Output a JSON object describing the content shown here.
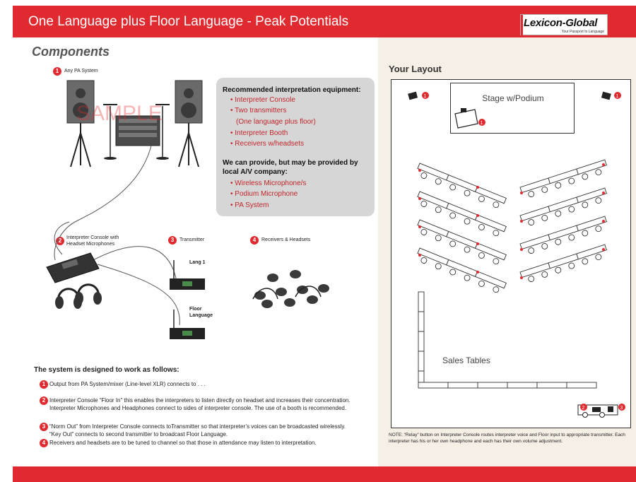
{
  "header": {
    "title": "One Language plus Floor Language - Peak Potentials",
    "logo_text": "Lexicon-Global",
    "logo_tagline": "Your Passport to Language"
  },
  "components": {
    "title": "Components",
    "watermark": "SAMPLE",
    "items": [
      {
        "num": "1",
        "label": "Any PA System"
      },
      {
        "num": "2",
        "label": "Interpreter Console with Headset Microphones"
      },
      {
        "num": "3",
        "label": "Transmitter"
      },
      {
        "num": "4",
        "label": "Receivers & Headsets"
      }
    ],
    "transmitter_labels": {
      "lang1": "Lang 1",
      "floor": "Floor Language"
    }
  },
  "recommended": {
    "heading": "Recommended interpretation equipment:",
    "items": [
      "Interpreter Console",
      "Two transmitters",
      "(One language plus floor)",
      "Interpreter Booth",
      "Receivers w/headsets"
    ],
    "heading2": "We can provide, but may be provided by local A/V company:",
    "items2": [
      "Wireless Microphone/s",
      "Podium Microphone",
      "PA System"
    ]
  },
  "system": {
    "title": "The system is designed to work as follows:",
    "steps": [
      {
        "num": "1",
        "text": "Output from PA System/mixer (Line-level XLR) connects to . . ."
      },
      {
        "num": "2",
        "text": "Interpreter Console “Floor In”  this enables the interpreters to listen directly on headset and increases their concentration.",
        "text2": "Interpreter Microphones and Headphones connect to sides of interpreter console. The use of a booth is recommended."
      },
      {
        "num": "3",
        "text": "“Norm Out” from Interpreter Console connects toTransmitter so that interpreter’s voices can be broadcasted wirelessly.",
        "text2": "“Key Out” connects to second transmitter to broadcast Floor Language."
      },
      {
        "num": "4",
        "text": "Receivers and headsets are to be tuned to channel so that those in attendance may listen to interpretation."
      }
    ]
  },
  "layout": {
    "title": "Your Layout",
    "stage_label": "Stage w/Podium",
    "sales_label": "Sales Tables",
    "note": "NOTE:  “Relay” button on Interpreter Console routes interpreter voice and Floor input to appropriate transmitter. Each interpreter has his or her own headphone and each has their own volume adjustment."
  },
  "colors": {
    "brand_red": "#e12a2f",
    "panel_bg": "#f5efe6",
    "rec_box": "#d6d6d6",
    "accent_text": "#c0262b"
  }
}
